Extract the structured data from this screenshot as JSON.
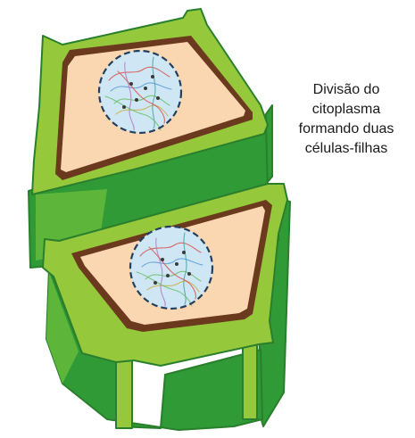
{
  "caption": {
    "lines": [
      "Divisão do",
      "citoplasma",
      "formando duas",
      "células-filhas"
    ]
  },
  "colors": {
    "wall_light": "#96c83c",
    "wall_mid": "#5db53a",
    "wall_dark": "#2f9a36",
    "wall_edge": "#2a7f2c",
    "membrane": "#6b3a1e",
    "cytoplasm": "#fad7b1",
    "nucleus": "#cfe6f5",
    "nucleus_border": "#24405f"
  }
}
